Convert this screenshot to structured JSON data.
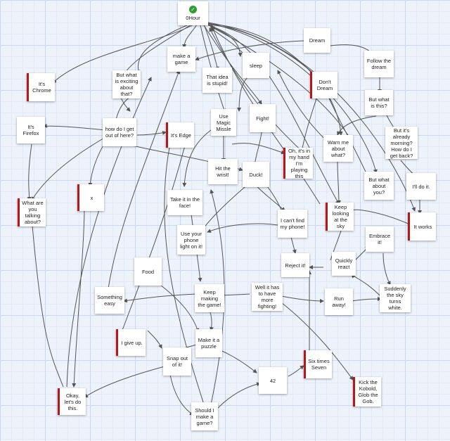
{
  "diagram": {
    "accent_marker_color": "#b3191b",
    "start_icon": "check-circle-icon",
    "nodes": {
      "hour0": "0Hour",
      "dream": "Dream",
      "make_game": "make a game",
      "sleep": "sleep",
      "follow_dream": "Follow the dream",
      "exciting": "But what is exciting about that?",
      "stupid": "That idea is stupid!",
      "dont_dream": "Don't Dream",
      "chrome": "It's Chrome",
      "what_is_this": "But what is this?",
      "magic_missile": "Use Magic Missle",
      "fight": "Fight!",
      "firefox": "It's Firefox",
      "get_out": "how do I get out of here?",
      "edge": "It's Edge",
      "already_morning": "But it's already morning? How do I get back?",
      "in_hand": "Oh, it's in my hand I'm playing this",
      "warn": "Warn me about what?",
      "hit_wrist": "Hit the wrist!",
      "duck": "Duck!",
      "about_you": "But what about you?",
      "ill_do": "I'll do it.",
      "x": "x",
      "take_face": "Take it in the face!",
      "keep_looking": "Keep looking at the sky",
      "talking_about": "What are you talking about?",
      "cant_find": "I can't find my phone!",
      "it_works": "It works",
      "phone_light": "Use your phone light on it!",
      "embrace": "Embrace it!",
      "reject": "Reject it!",
      "quickly_react": "Quickly react",
      "food": "Food",
      "keep_making": "Keep making the game!",
      "well_it": "Well it has to have more fighting!",
      "sky_white": "Suddenly the sky turns white.",
      "something_easy": "Something easy",
      "run_away": "Run away!",
      "give_up": "I give up.",
      "puzzle": "Make it a puzzle",
      "snap_out": "Snap out of it!",
      "six_seven": "Six times Seven",
      "n42": "42",
      "kick_kobold": "Kick the Kobold, Glob the Gob.",
      "okay": "Okay, let's do this.",
      "should_i": "Should I make a game?"
    }
  }
}
